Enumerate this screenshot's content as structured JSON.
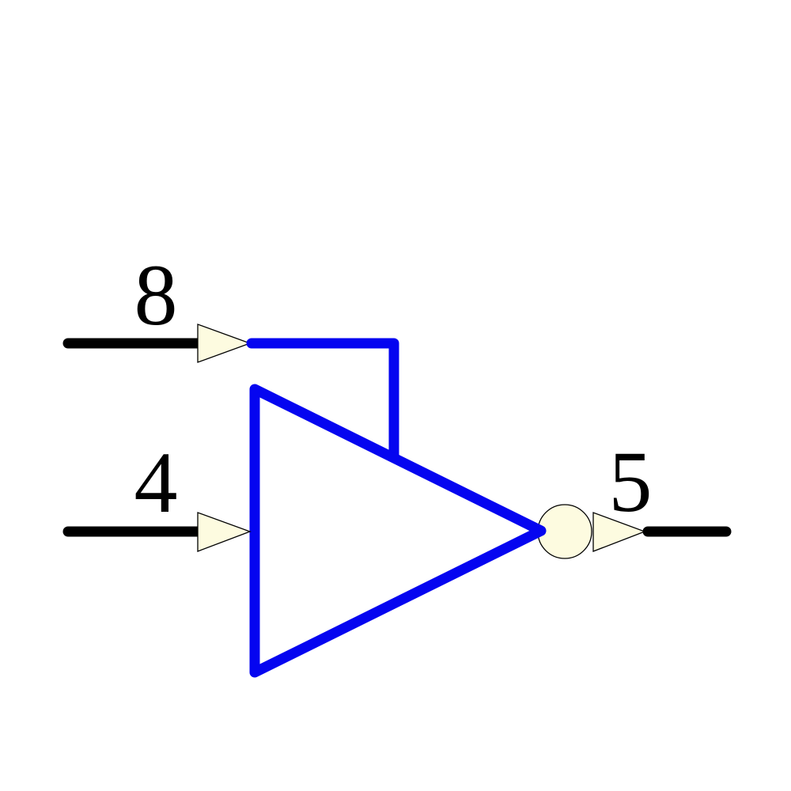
{
  "schematic": {
    "pins": {
      "enable": {
        "label": "8"
      },
      "input": {
        "label": "4"
      },
      "output": {
        "label": "5"
      }
    },
    "colors": {
      "gate_symbol_blue": "#0505f0",
      "pin_wire_black": "#000000",
      "terminal_fill_cream": "#fdfbe0",
      "terminal_outline": "#000000",
      "background": "#ffffff"
    },
    "icons": {
      "buffer_triangle": "triangle gate body",
      "inversion_bubble": "negation circle at output",
      "terminal_arrowheads": "rightward signal-direction arrows"
    }
  }
}
